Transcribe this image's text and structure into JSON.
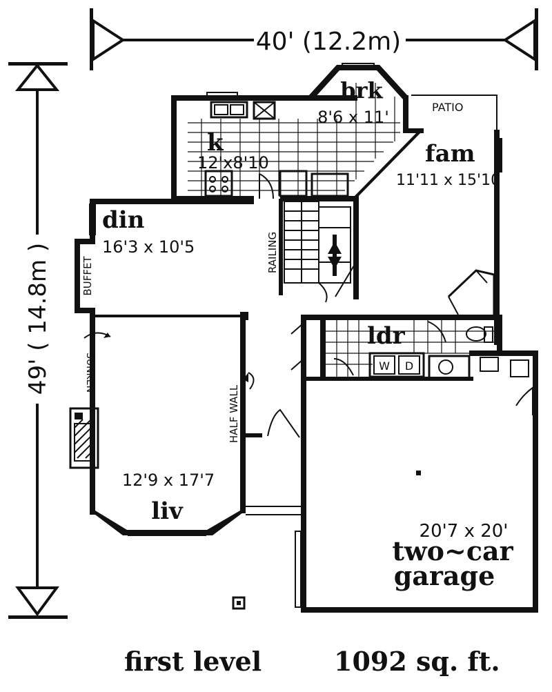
{
  "dimensions": {
    "width_label": "40' (12.2m)",
    "depth_label": "49' ( 14.8m )"
  },
  "rooms": {
    "breakfast": {
      "name": "brk",
      "size": "8'6 x 11'"
    },
    "kitchen": {
      "name": "k",
      "size": "12'x8'10"
    },
    "family": {
      "name": "fam",
      "size": "11'11 x 15'10"
    },
    "dining": {
      "name": "din",
      "size": "16'3 x 10'5"
    },
    "laundry": {
      "name": "ldr"
    },
    "living": {
      "name": "liv",
      "size": "12'9 x 17'7"
    },
    "garage": {
      "size": "20'7 x 20'",
      "name_line1": "two~car",
      "name_line2": "garage"
    }
  },
  "notes": {
    "patio": "PATIO",
    "buffet": "BUFFET",
    "railing": "RAILING",
    "sunken": "SUNKEN",
    "half_wall": "HALF WALL",
    "washer": "W",
    "dryer": "D"
  },
  "footer": {
    "level": "first level",
    "area": "1092 sq. ft."
  }
}
